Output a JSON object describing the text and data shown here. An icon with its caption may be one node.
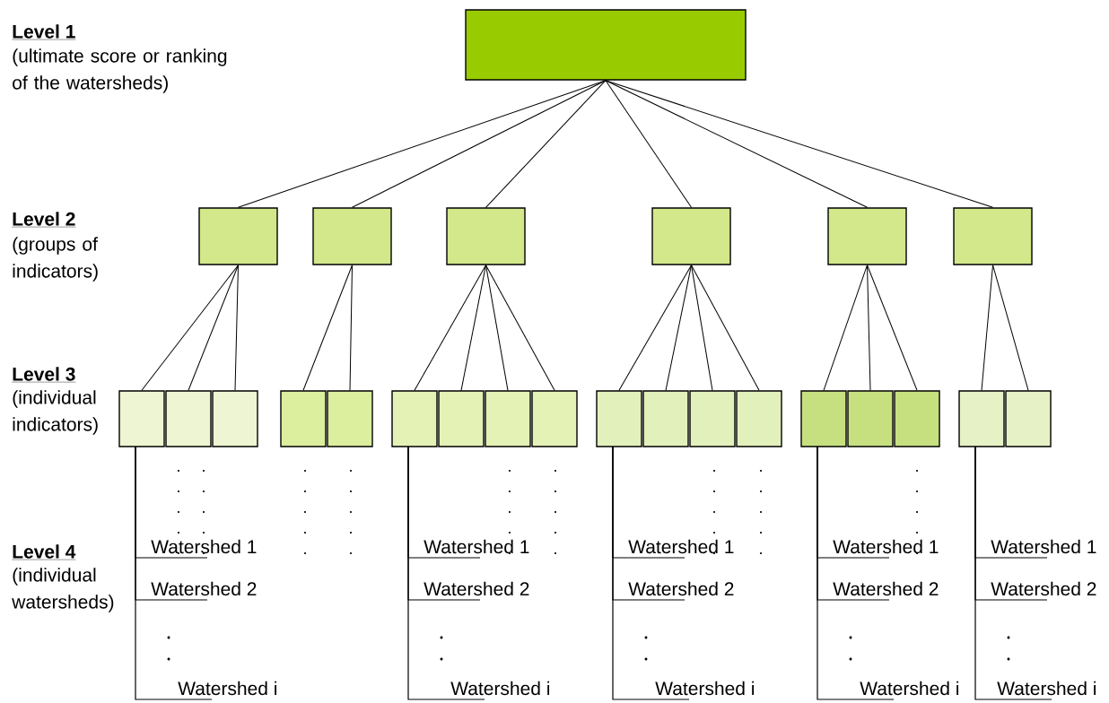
{
  "diagram": {
    "nodes": [
      {
        "text": [],
        "shape": "box"
      },
      {
        "text": [],
        "shape": "box"
      },
      {
        "text": [],
        "shape": "box"
      },
      {
        "text": [],
        "shape": "box"
      },
      {
        "text": [],
        "shape": "box"
      },
      {
        "text": [],
        "shape": "box"
      },
      {
        "text": [],
        "shape": "box"
      },
      {
        "text": [],
        "shape": "box"
      },
      {
        "text": [],
        "shape": "box"
      },
      {
        "text": [],
        "shape": "box"
      },
      {
        "text": [],
        "shape": "box"
      },
      {
        "text": [],
        "shape": "box"
      },
      {
        "text": [],
        "shape": "box"
      },
      {
        "text": [],
        "shape": "box"
      },
      {
        "text": [],
        "shape": "box"
      },
      {
        "text": [],
        "shape": "box"
      },
      {
        "text": [],
        "shape": "box"
      },
      {
        "text": [],
        "shape": "box"
      },
      {
        "text": [],
        "shape": "box"
      },
      {
        "text": [],
        "shape": "box"
      },
      {
        "text": [],
        "shape": "box"
      },
      {
        "text": [],
        "shape": "box"
      },
      {
        "text": [],
        "shape": "box"
      },
      {
        "text": [],
        "shape": "box"
      },
      {
        "text": [],
        "shape": "box"
      },
      {
        "text": [
          "Watershed 1"
        ]
      },
      {
        "text": [
          "Watershed 2"
        ]
      },
      {
        "text": [
          "Watershed i"
        ]
      },
      {
        "text": [
          "Watershed 1"
        ]
      },
      {
        "text": [
          "Watershed 2"
        ]
      },
      {
        "text": [
          "Watershed i"
        ]
      },
      {
        "text": [
          "Watershed 1"
        ]
      },
      {
        "text": [
          "Watershed 2"
        ]
      },
      {
        "text": [
          "Watershed i"
        ]
      },
      {
        "text": [
          "Watershed 1"
        ]
      },
      {
        "text": [
          "Watershed 2"
        ]
      },
      {
        "text": [
          "Watershed i"
        ]
      },
      {
        "text": [
          "Watershed 1"
        ]
      },
      {
        "text": [
          "Watershed 2"
        ]
      },
      {
        "text": [
          "Watershed i"
        ]
      }
    ],
    "edges": [
      {
        "from": 0,
        "to": 1,
        "arrow": "none"
      },
      {
        "from": 0,
        "to": 2,
        "arrow": "none"
      },
      {
        "from": 0,
        "to": 3,
        "arrow": "none"
      },
      {
        "from": 0,
        "to": 4,
        "arrow": "none"
      },
      {
        "from": 0,
        "to": 5,
        "arrow": "none"
      },
      {
        "from": 0,
        "to": 6,
        "arrow": "none"
      },
      {
        "from": 1,
        "to": 7,
        "arrow": "none"
      },
      {
        "from": 1,
        "to": 8,
        "arrow": "none"
      },
      {
        "from": 1,
        "to": 9,
        "arrow": "none"
      },
      {
        "from": 2,
        "to": 10,
        "arrow": "none"
      },
      {
        "from": 2,
        "to": 11,
        "arrow": "none"
      },
      {
        "from": 3,
        "to": 12,
        "arrow": "none"
      },
      {
        "from": 3,
        "to": 13,
        "arrow": "none"
      },
      {
        "from": 3,
        "to": 14,
        "arrow": "none"
      },
      {
        "from": 3,
        "to": 15,
        "arrow": "none"
      },
      {
        "from": 4,
        "to": 16,
        "arrow": "none"
      },
      {
        "from": 4,
        "to": 17,
        "arrow": "none"
      },
      {
        "from": 4,
        "to": 18,
        "arrow": "none"
      },
      {
        "from": 4,
        "to": 19,
        "arrow": "none"
      },
      {
        "from": 5,
        "to": 20,
        "arrow": "none"
      },
      {
        "from": 5,
        "to": 21,
        "arrow": "none"
      },
      {
        "from": 5,
        "to": 22,
        "arrow": "none"
      },
      {
        "from": 6,
        "to": 23,
        "arrow": "none"
      },
      {
        "from": 6,
        "to": 24,
        "arrow": "none"
      },
      {
        "from": 7,
        "to": 25,
        "arrow": "none"
      },
      {
        "from": 7,
        "to": 26,
        "arrow": "none"
      },
      {
        "from": 7,
        "to": 27,
        "arrow": "none"
      },
      {
        "from": 12,
        "to": 28,
        "arrow": "none"
      },
      {
        "from": 12,
        "to": 29,
        "arrow": "none"
      },
      {
        "from": 12,
        "to": 30,
        "arrow": "none"
      },
      {
        "from": 16,
        "to": 31,
        "arrow": "none"
      },
      {
        "from": 16,
        "to": 32,
        "arrow": "none"
      },
      {
        "from": 16,
        "to": 33,
        "arrow": "none"
      },
      {
        "from": 20,
        "to": 34,
        "arrow": "none"
      },
      {
        "from": 20,
        "to": 35,
        "arrow": "none"
      },
      {
        "from": 20,
        "to": 36,
        "arrow": "none"
      },
      {
        "from": 23,
        "to": 37,
        "arrow": "none"
      },
      {
        "from": 23,
        "to": 38,
        "arrow": "none"
      },
      {
        "from": 23,
        "to": 39,
        "arrow": "none"
      }
    ],
    "labels": [
      "Level 1",
      "(ultimate score or ranking of the watersheds)",
      "Level 2",
      "(groups of indicators)",
      "Level 3",
      "(individual indicators)",
      "Level 4",
      "(individual watersheds)"
    ]
  }
}
